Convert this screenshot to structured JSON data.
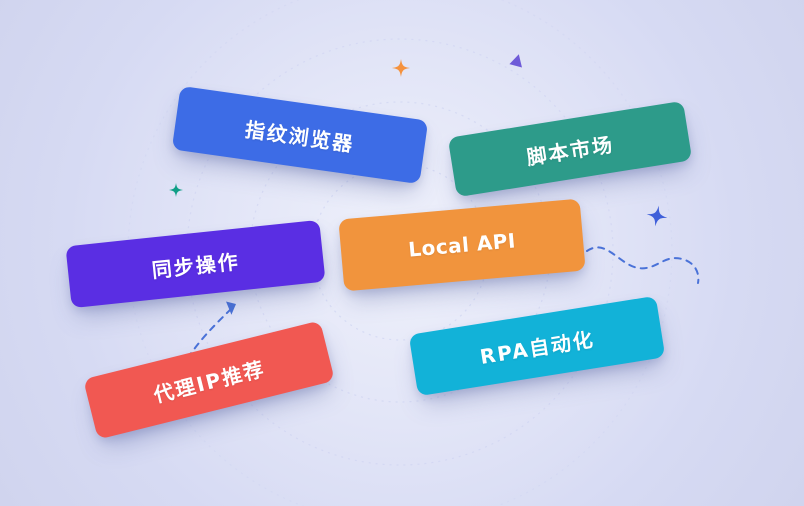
{
  "canvas": {
    "background_center_color": "#eff1fb",
    "background_edge_color": "#d0d4ee"
  },
  "cards": [
    {
      "id": "fingerprint-browser",
      "label": "指纹浏览器",
      "color": "#3d6ce6"
    },
    {
      "id": "script-market",
      "label": "脚本市场",
      "color": "#2d9b8a"
    },
    {
      "id": "sync-operation",
      "label": "同步操作",
      "color": "#5a2ee3"
    },
    {
      "id": "local-api",
      "label": "Local API",
      "color": "#f1943d"
    },
    {
      "id": "proxy-ip-recommend",
      "label": "代理IP推荐",
      "color": "#f15852"
    },
    {
      "id": "rpa-automation",
      "label": "RPA自动化",
      "color": "#12b2d8"
    }
  ],
  "decorations": {
    "ring_color": "#c7cdf0",
    "dashed_line_color": "#4a72d8",
    "sparkle_orange_color": "#f5923e",
    "sparkle_teal_color": "#0f9e86",
    "sparkle_blue_color": "#3f5fd9",
    "triangle_purple_color": "#6f5bd8",
    "triangle_muted_color": "#6b74c9"
  }
}
